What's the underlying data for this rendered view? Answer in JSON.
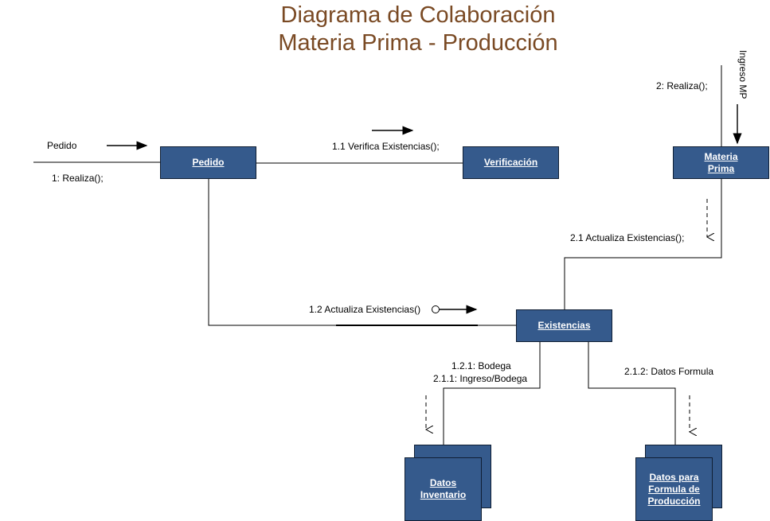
{
  "title": {
    "line1": "Diagrama de Colaboración",
    "line2": "Materia Prima - Producción"
  },
  "objects": {
    "pedido": "Pedido",
    "verificacion": "Verificación",
    "materia_prima": "Materia Prima",
    "existencias": "Existencias",
    "datos_inventario": "Datos Inventario",
    "datos_formula": "Datos para Formula de Producción"
  },
  "messages": {
    "pedido_actor": "Pedido",
    "realiza_1": "1: Realiza();",
    "verifica": "1.1 Verifica Existencias();",
    "realiza_2": "2: Realiza();",
    "ingreso_mp": "Ingreso MP",
    "actualiza_21": "2.1 Actualiza Existencias();",
    "actualiza_12": "1.2 Actualiza Existencias()",
    "bodega": "1.2.1: Bodega",
    "ingreso_bodega": "2.1.1: Ingreso/Bodega",
    "datos_formula": "2.1.2: Datos Formula"
  },
  "colors": {
    "box_fill": "#355a8c",
    "title": "#7a4a24"
  }
}
